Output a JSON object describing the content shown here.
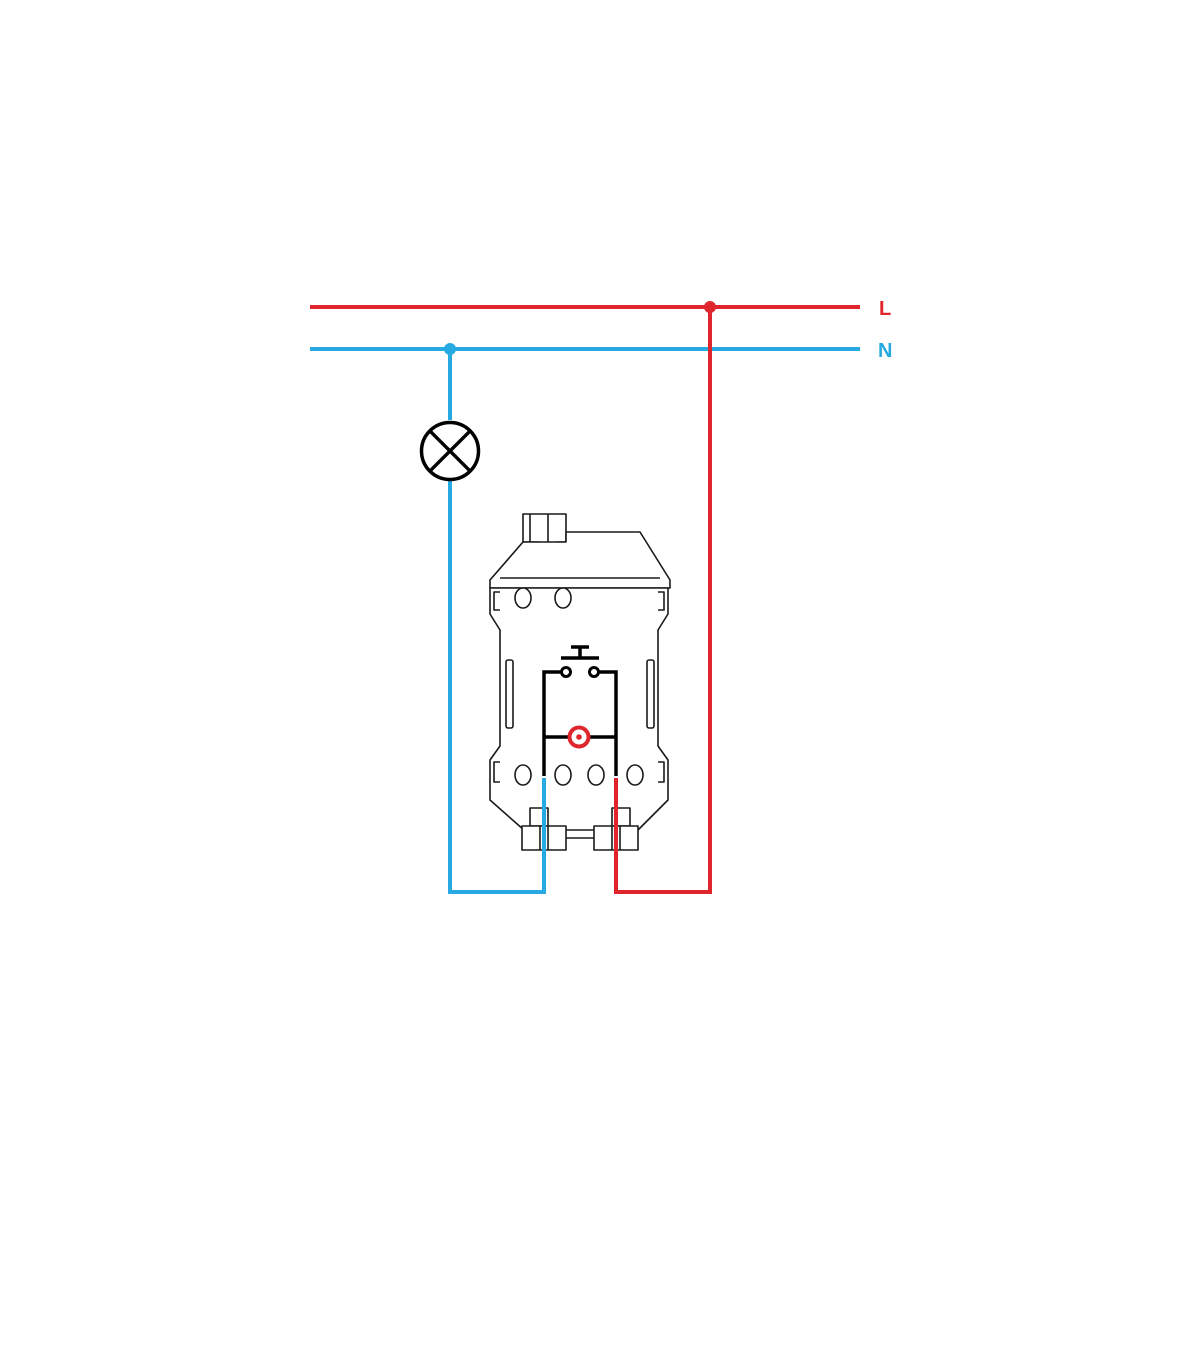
{
  "diagram": {
    "labels": {
      "live": "L",
      "neutral": "N"
    },
    "colors": {
      "live": "#e0262d",
      "neutral": "#27aae1",
      "symbol": "#000000",
      "outline": "#1a1a1a",
      "background": "#ffffff"
    },
    "components": {
      "lamp": "lamp-icon",
      "push_button": "push-button-icon",
      "indicator": "indicator-light-icon",
      "device": "switch-module"
    }
  }
}
